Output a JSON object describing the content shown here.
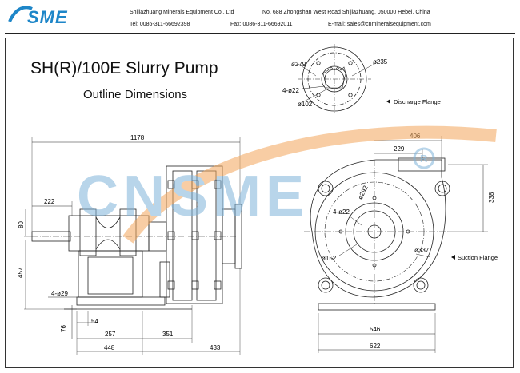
{
  "header": {
    "logo": "SME",
    "company": "Shijiazhuang Minerals Equipment Co., Ltd",
    "address": "No. 688 Zhongshan West Road  Shijiazhuang, 050000  Hebei, China",
    "tel": "Tel: 0086-311-66692398",
    "fax": "Fax: 0086-311-66692011",
    "email": "E-mail: sales@cnmineralsequipment.com"
  },
  "drawing": {
    "title": "SH(R)/100E Slurry Pump",
    "subtitle": "Outline Dimensions",
    "watermark": "CNSME",
    "discharge_label": "Discharge Flange",
    "suction_label": "Suction Flange",
    "discharge_dims": {
      "d_outer": "ø279",
      "d_bolt": "ø235",
      "holes": "4-ø22",
      "d_bore": "ø102"
    },
    "side_dims": {
      "overall": "1178",
      "shaft": "222",
      "shaft_height": "80",
      "height": "457",
      "holes": "4-ø29",
      "foot_h": "76",
      "d54": "54",
      "d257": "257",
      "d351": "351",
      "d448": "448",
      "d433": "433"
    },
    "front_dims": {
      "d406": "406",
      "d229": "229",
      "d338": "338",
      "holes": "4-ø22",
      "d292": "ø292",
      "d152": "ø152",
      "d337": "ø337",
      "d546": "546",
      "d622": "622"
    }
  },
  "colors": {
    "watermark_blue": "#7fb3d9",
    "watermark_orange": "#f3a65a",
    "logo_blue": "#1e86c8"
  }
}
